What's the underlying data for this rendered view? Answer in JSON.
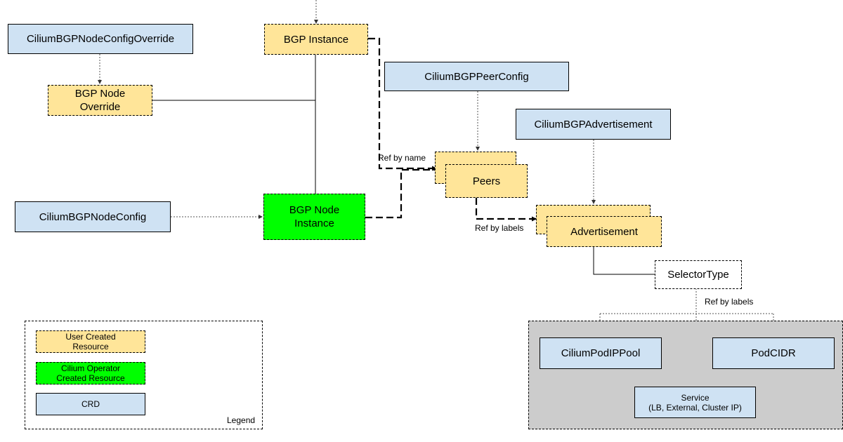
{
  "nodes": {
    "node_config_override": "CiliumBGPNodeConfigOverride",
    "bgp_instance": "BGP Instance",
    "bgp_node_override": "BGP Node\nOverride",
    "peer_config": "CiliumBGPPeerConfig",
    "advertisement_crd": "CiliumBGPAdvertisement",
    "peers": "Peers",
    "node_config": "CiliumBGPNodeConfig",
    "bgp_node_instance": "BGP Node\nInstance",
    "advertisement": "Advertisement",
    "selector_type": "SelectorType",
    "pod_ip_pool": "CiliumPodIPPool",
    "pod_cidr": "PodCIDR",
    "service": "Service\n(LB, External, Cluster IP)"
  },
  "edge_labels": {
    "ref_by_name": "Ref by name",
    "ref_by_labels_peers": "Ref by labels",
    "ref_by_labels_selector": "Ref by labels"
  },
  "legend": {
    "user_created": "User Created\nResource",
    "operator_created": "Cilium Operator\nCreated Resource",
    "crd": "CRD",
    "title": "Legend"
  }
}
